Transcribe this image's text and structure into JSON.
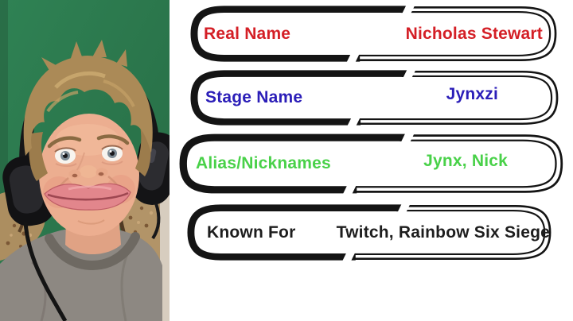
{
  "card": {
    "background": "#ffffff",
    "outline_color": "#141414",
    "rows": [
      {
        "label": "Real Name",
        "value": "Nicholas Stewart",
        "color": "#d41f26"
      },
      {
        "label": "Stage Name",
        "value": "Jynxzi",
        "color": "#2b1eb8"
      },
      {
        "label": "Alias/Nicknames",
        "value": "Jynx, Nick",
        "color": "#49d149"
      },
      {
        "label": "Known For",
        "value": "Twitch, Rainbow Six Siege",
        "color": "#1d1d1d"
      }
    ]
  },
  "photo": {
    "subject": "jynxzi-funny-face-portrait"
  }
}
